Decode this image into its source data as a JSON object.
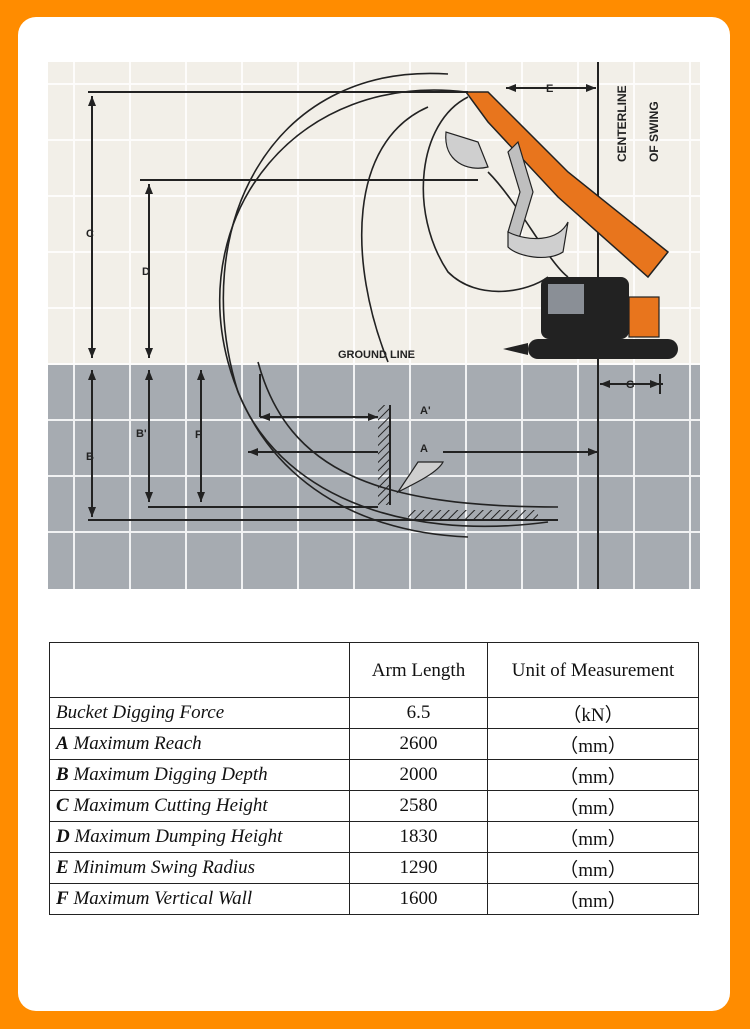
{
  "diagram": {
    "ground_line": "GROUND LINE",
    "centerline": [
      "CENTERLINE",
      "OF SWING"
    ],
    "labels": {
      "a": "A",
      "a_prime": "A'",
      "b": "B",
      "b_prime": "B'",
      "c": "C",
      "d": "D",
      "e": "E",
      "f": "F",
      "g": "G"
    },
    "colors": {
      "machine": "#e8751d",
      "sky": "#f2efe8",
      "ground": "#a6abb1",
      "grid": "#ffffff"
    }
  },
  "table": {
    "headers": [
      "",
      "Arm Length",
      "Unit of Measurement"
    ],
    "rows": [
      {
        "letter": "",
        "name": "Bucket Digging Force",
        "value": "6.5",
        "unit": "（kN）"
      },
      {
        "letter": "A",
        "name": " Maximum Reach",
        "value": "2600",
        "unit": "（mm）"
      },
      {
        "letter": "B",
        "name": " Maximum Digging Depth",
        "value": "2000",
        "unit": "（mm）"
      },
      {
        "letter": "C",
        "name": " Maximum Cutting Height",
        "value": "2580",
        "unit": "（mm）"
      },
      {
        "letter": "D",
        "name": " Maximum Dumping Height",
        "value": "1830",
        "unit": "（mm）"
      },
      {
        "letter": "E",
        "name": " Minimum Swing Radius",
        "value": "1290",
        "unit": "（mm）"
      },
      {
        "letter": "F",
        "name": " Maximum Vertical Wall",
        "value": "1600",
        "unit": "（mm）"
      }
    ]
  }
}
